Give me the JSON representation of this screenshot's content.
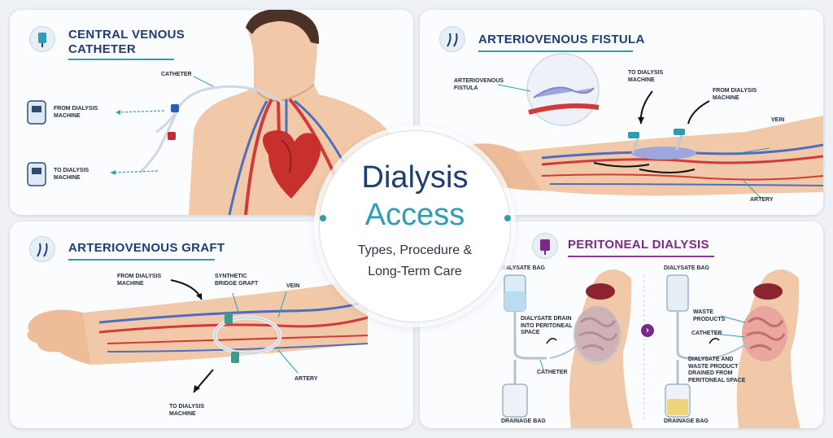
{
  "center": {
    "title_line1": "Dialysis",
    "title_line2": "Access",
    "subtitle_line1": "Types, Procedure &",
    "subtitle_line2": "Long-Term Care"
  },
  "panels": {
    "cvc": {
      "title_line1": "CENTRAL VENOUS",
      "title_line2": "CATHETER",
      "labels": {
        "catheter": "CATHETER",
        "from_machine": "FROM DIALYSIS\nMACHINE",
        "to_machine": "TO DIALYSIS\nMACHINE"
      }
    },
    "avf": {
      "title": "ARTERIOVENOUS FISTULA",
      "labels": {
        "fistula": "ARTERIOVENOUS\nFISTULA",
        "to_machine": "TO DIALYSIS\nMACHINE",
        "from_machine": "FROM DIALYSIS\nMACHINE",
        "vein": "VEIN",
        "artery": "ARTERY"
      }
    },
    "avg": {
      "title": "ARTERIOVENOUS GRAFT",
      "labels": {
        "from_machine": "FROM DIALYSIS\nMACHINE",
        "graft": "SYNTHETIC\nBRIDGE GRAFT",
        "vein": "VEIN",
        "artery": "ARTERY",
        "to_machine": "TO DIALYSIS\nMACHINE"
      }
    },
    "pd": {
      "title": "PERITONEAL DIALYSIS",
      "labels": {
        "dialysate_bag_1": "DIALYSATE BAG",
        "drain_into": "DIALYSATE DRAIN\nINTO PERITONEAL\nSPACE",
        "catheter_1": "CATHETER",
        "drainage_bag_1": "DRAINAGE BAG",
        "dialysate_bag_2": "DIALYSATE BAG",
        "waste_products": "WASTE\nPRODUCTS",
        "catheter_2": "CATHETER",
        "drained_from": "DIALYSATE AND\nWASTE PRODUCT\nDRAINED FROM\nPERITONEAL SPACE",
        "drainage_bag_2": "DRAINAGE BAG"
      }
    }
  },
  "colors": {
    "navy": "#1d3d73",
    "teal": "#2f9db1",
    "purple": "#7a2a86",
    "artery": "#d23a3a",
    "vein": "#4a6fc0",
    "skin": "#f0c4a4"
  }
}
